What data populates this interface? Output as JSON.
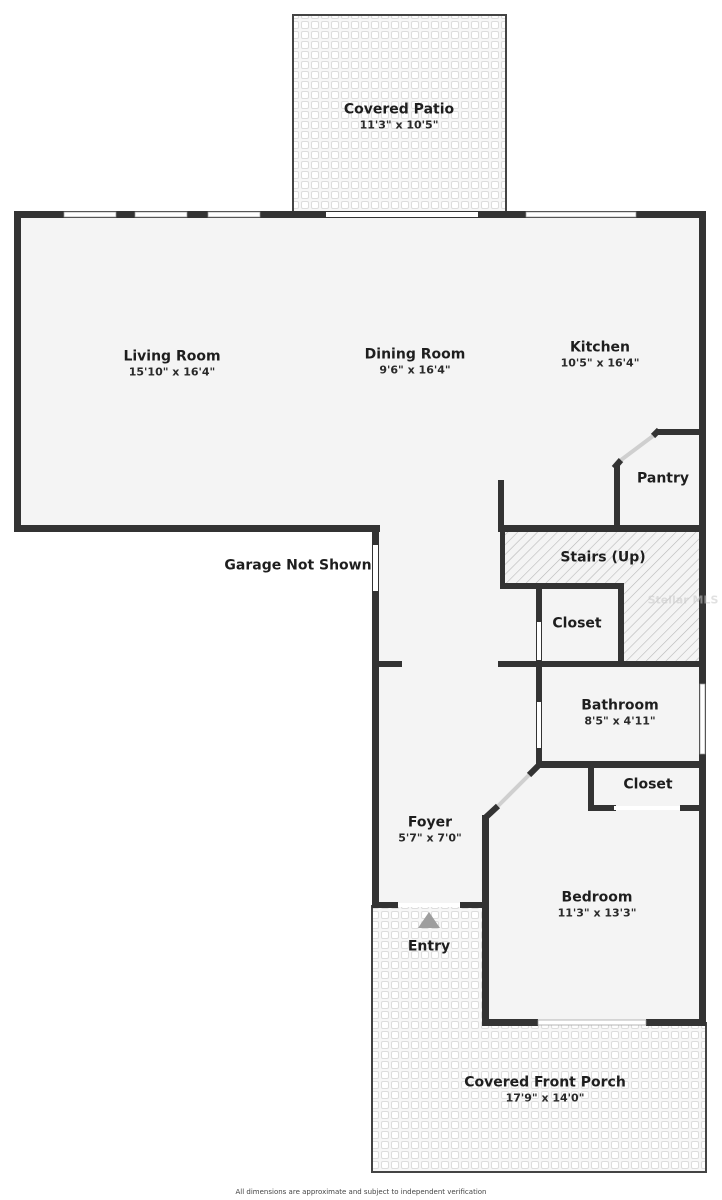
{
  "plan": {
    "colors": {
      "wall": "#333333",
      "floor": "#f4f4f4",
      "outdoor_tile": "#f0f0f0",
      "tile_line": "#dcdcdc",
      "stairs_hatch": "#bdbdbd",
      "entry_arrow": "#9e9e9e",
      "background": "#ffffff"
    },
    "rooms": [
      {
        "id": "covered-patio",
        "name": "Covered Patio",
        "dimensions": "11'3\" x 10'5\""
      },
      {
        "id": "living-room",
        "name": "Living Room",
        "dimensions": "15'10\" x 16'4\""
      },
      {
        "id": "dining-room",
        "name": "Dining Room",
        "dimensions": "9'6\" x 16'4\""
      },
      {
        "id": "kitchen",
        "name": "Kitchen",
        "dimensions": "10'5\" x 16'4\""
      },
      {
        "id": "pantry",
        "name": "Pantry",
        "dimensions": ""
      },
      {
        "id": "stairs",
        "name": "Stairs (Up)",
        "dimensions": ""
      },
      {
        "id": "closet-hall",
        "name": "Closet",
        "dimensions": ""
      },
      {
        "id": "bathroom",
        "name": "Bathroom",
        "dimensions": "8'5\" x 4'11\""
      },
      {
        "id": "closet-bedroom",
        "name": "Closet",
        "dimensions": ""
      },
      {
        "id": "foyer",
        "name": "Foyer",
        "dimensions": "5'7\" x 7'0\""
      },
      {
        "id": "bedroom",
        "name": "Bedroom",
        "dimensions": "11'3\" x 13'3\""
      },
      {
        "id": "entry",
        "name": "Entry",
        "dimensions": ""
      },
      {
        "id": "covered-front-porch",
        "name": "Covered Front Porch",
        "dimensions": "17'9\" x 14'0\""
      }
    ],
    "annotations": {
      "garage": "Garage Not Shown",
      "disclaimer": "All dimensions are approximate and subject to independent verification",
      "watermark": "Stellar MLS"
    },
    "icons": {
      "entry_arrow": "triangle-up"
    }
  }
}
